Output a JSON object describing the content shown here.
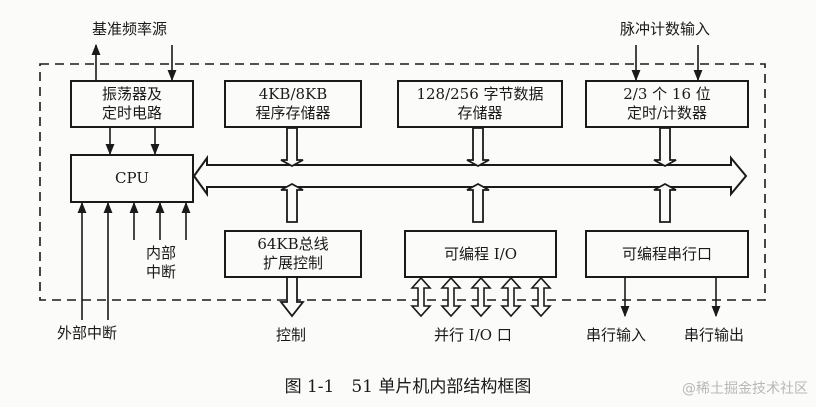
{
  "blocks": {
    "oscillator": [
      "振荡器及",
      "定时电路"
    ],
    "program_memory": [
      "4KB/8KB",
      "程序存储器"
    ],
    "data_memory": [
      "128/256 字节数据",
      "存储器"
    ],
    "timer": [
      "2/3 个 16 位",
      "定时/计数器"
    ],
    "cpu": [
      "CPU"
    ],
    "bus_extension": [
      "64KB总线",
      "扩展控制"
    ],
    "programmable_io": [
      "可编程 I/O"
    ],
    "serial_port": [
      "可编程串行口"
    ]
  },
  "labels": {
    "freq_source": "基准频率源",
    "pulse_count_input": "脉冲计数输入",
    "internal_interrupt": [
      "内部",
      "中断"
    ],
    "external_interrupt": "外部中断",
    "control": "控制",
    "parallel_io": "并行 I/O 口",
    "serial_in": "串行输入",
    "serial_out": "串行输出"
  },
  "caption": "图 1-1　51 单片机内部结构框图",
  "watermark": "@稀土掘金技术社区"
}
